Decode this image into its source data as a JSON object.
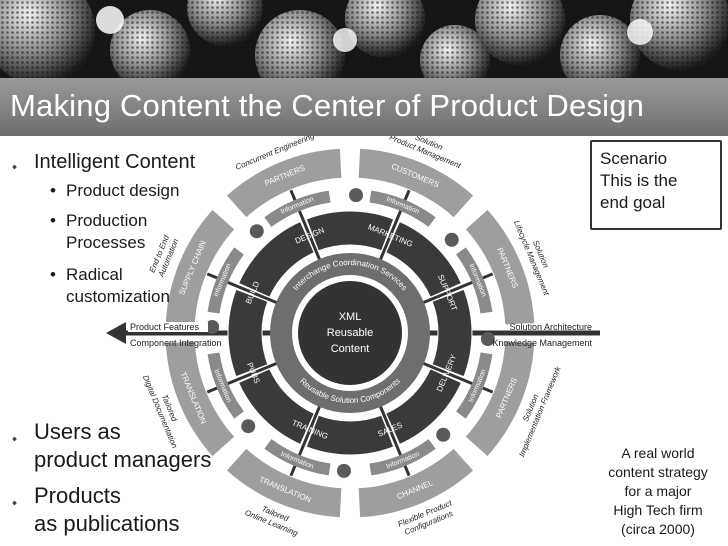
{
  "slide": {
    "title": "Making Content the Center of Product Design"
  },
  "left": {
    "bullet1": "Intelligent Content",
    "sub": [
      "Product design",
      "Production",
      "Processes",
      "Radical",
      "customization"
    ],
    "bullet2_line1": "Users as",
    "bullet2_line2": "product managers",
    "bullet3_line1": "Products",
    "bullet3_line2": "as publications"
  },
  "scenario_box": {
    "lines": [
      "Scenario",
      "This is the",
      "end goal"
    ]
  },
  "caption": {
    "lines": [
      "A real world",
      "content strategy",
      "for a major",
      "High Tech firm",
      "(circa 2000)"
    ]
  },
  "diagram": {
    "center_lines": [
      "XML",
      "Reusable",
      "Content"
    ],
    "ring_top": "Interchange Coordination Services",
    "ring_bottom": "Reusable Solution Components",
    "inner_segments": [
      "DESIGN",
      "MARKETING",
      "SUPPORT",
      "DELIVERY",
      "SALES",
      "TRAINING",
      "PUBS",
      "BUILD"
    ],
    "outer_segments": [
      "CUSTOMERS",
      "PARTNERS",
      "PARTNERS",
      "CHANNEL",
      "TRANSLATION",
      "TRANSLATION",
      "SUPPLY CHAIN",
      "PARTNERS"
    ],
    "arrow_label": "Information",
    "outside_labels": [
      [
        "Solution",
        "Product Management"
      ],
      [
        "Solution",
        "Lifecycle Management"
      ],
      [
        "Solution",
        "Implementation Framework"
      ],
      [
        "Flexible Product",
        "Configurations"
      ],
      [
        "Tailored",
        "Online Learning"
      ],
      [
        "Tailored",
        "Digital Documentation"
      ],
      [
        "End to End",
        "Automation"
      ],
      [
        "Concurrent Engineering"
      ]
    ],
    "axis_left_top": "Product Features",
    "axis_left_bottom": "Component Integration",
    "axis_right_top": "Solution Architecture",
    "axis_right_bottom": "Knowledge Management"
  }
}
